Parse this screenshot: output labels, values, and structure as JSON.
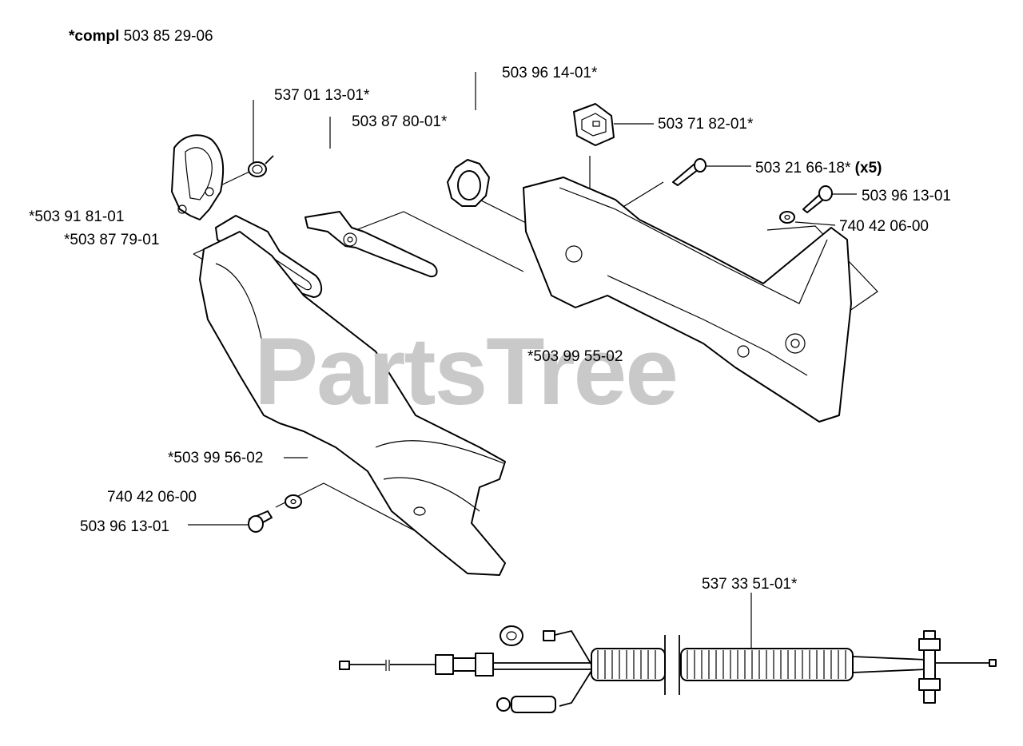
{
  "assembly": {
    "prefix": "*compl",
    "number": "503 85 29-06"
  },
  "watermark": "PartsTree",
  "parts": {
    "p503961401": "503 96 14-01*",
    "p537011301": "537 01 13-01*",
    "p503878001": "503 87 80-01*",
    "p503718201": "503 71 82-01*",
    "p503216618": "503 21 66-18*",
    "p503216618_qty": "(x5)",
    "p503961301_right": "503 96 13-01",
    "p740420600_right": "740 42 06-00",
    "p503918101": "*503 91 81-01",
    "p503877901": "*503 87 79-01",
    "p503995502": "*503 99 55-02",
    "p503995602": "*503 99 56-02",
    "p740420600_left": "740 42 06-00",
    "p503961301_left": "503 96 13-01",
    "p537335101": "537 33 51-01*"
  }
}
